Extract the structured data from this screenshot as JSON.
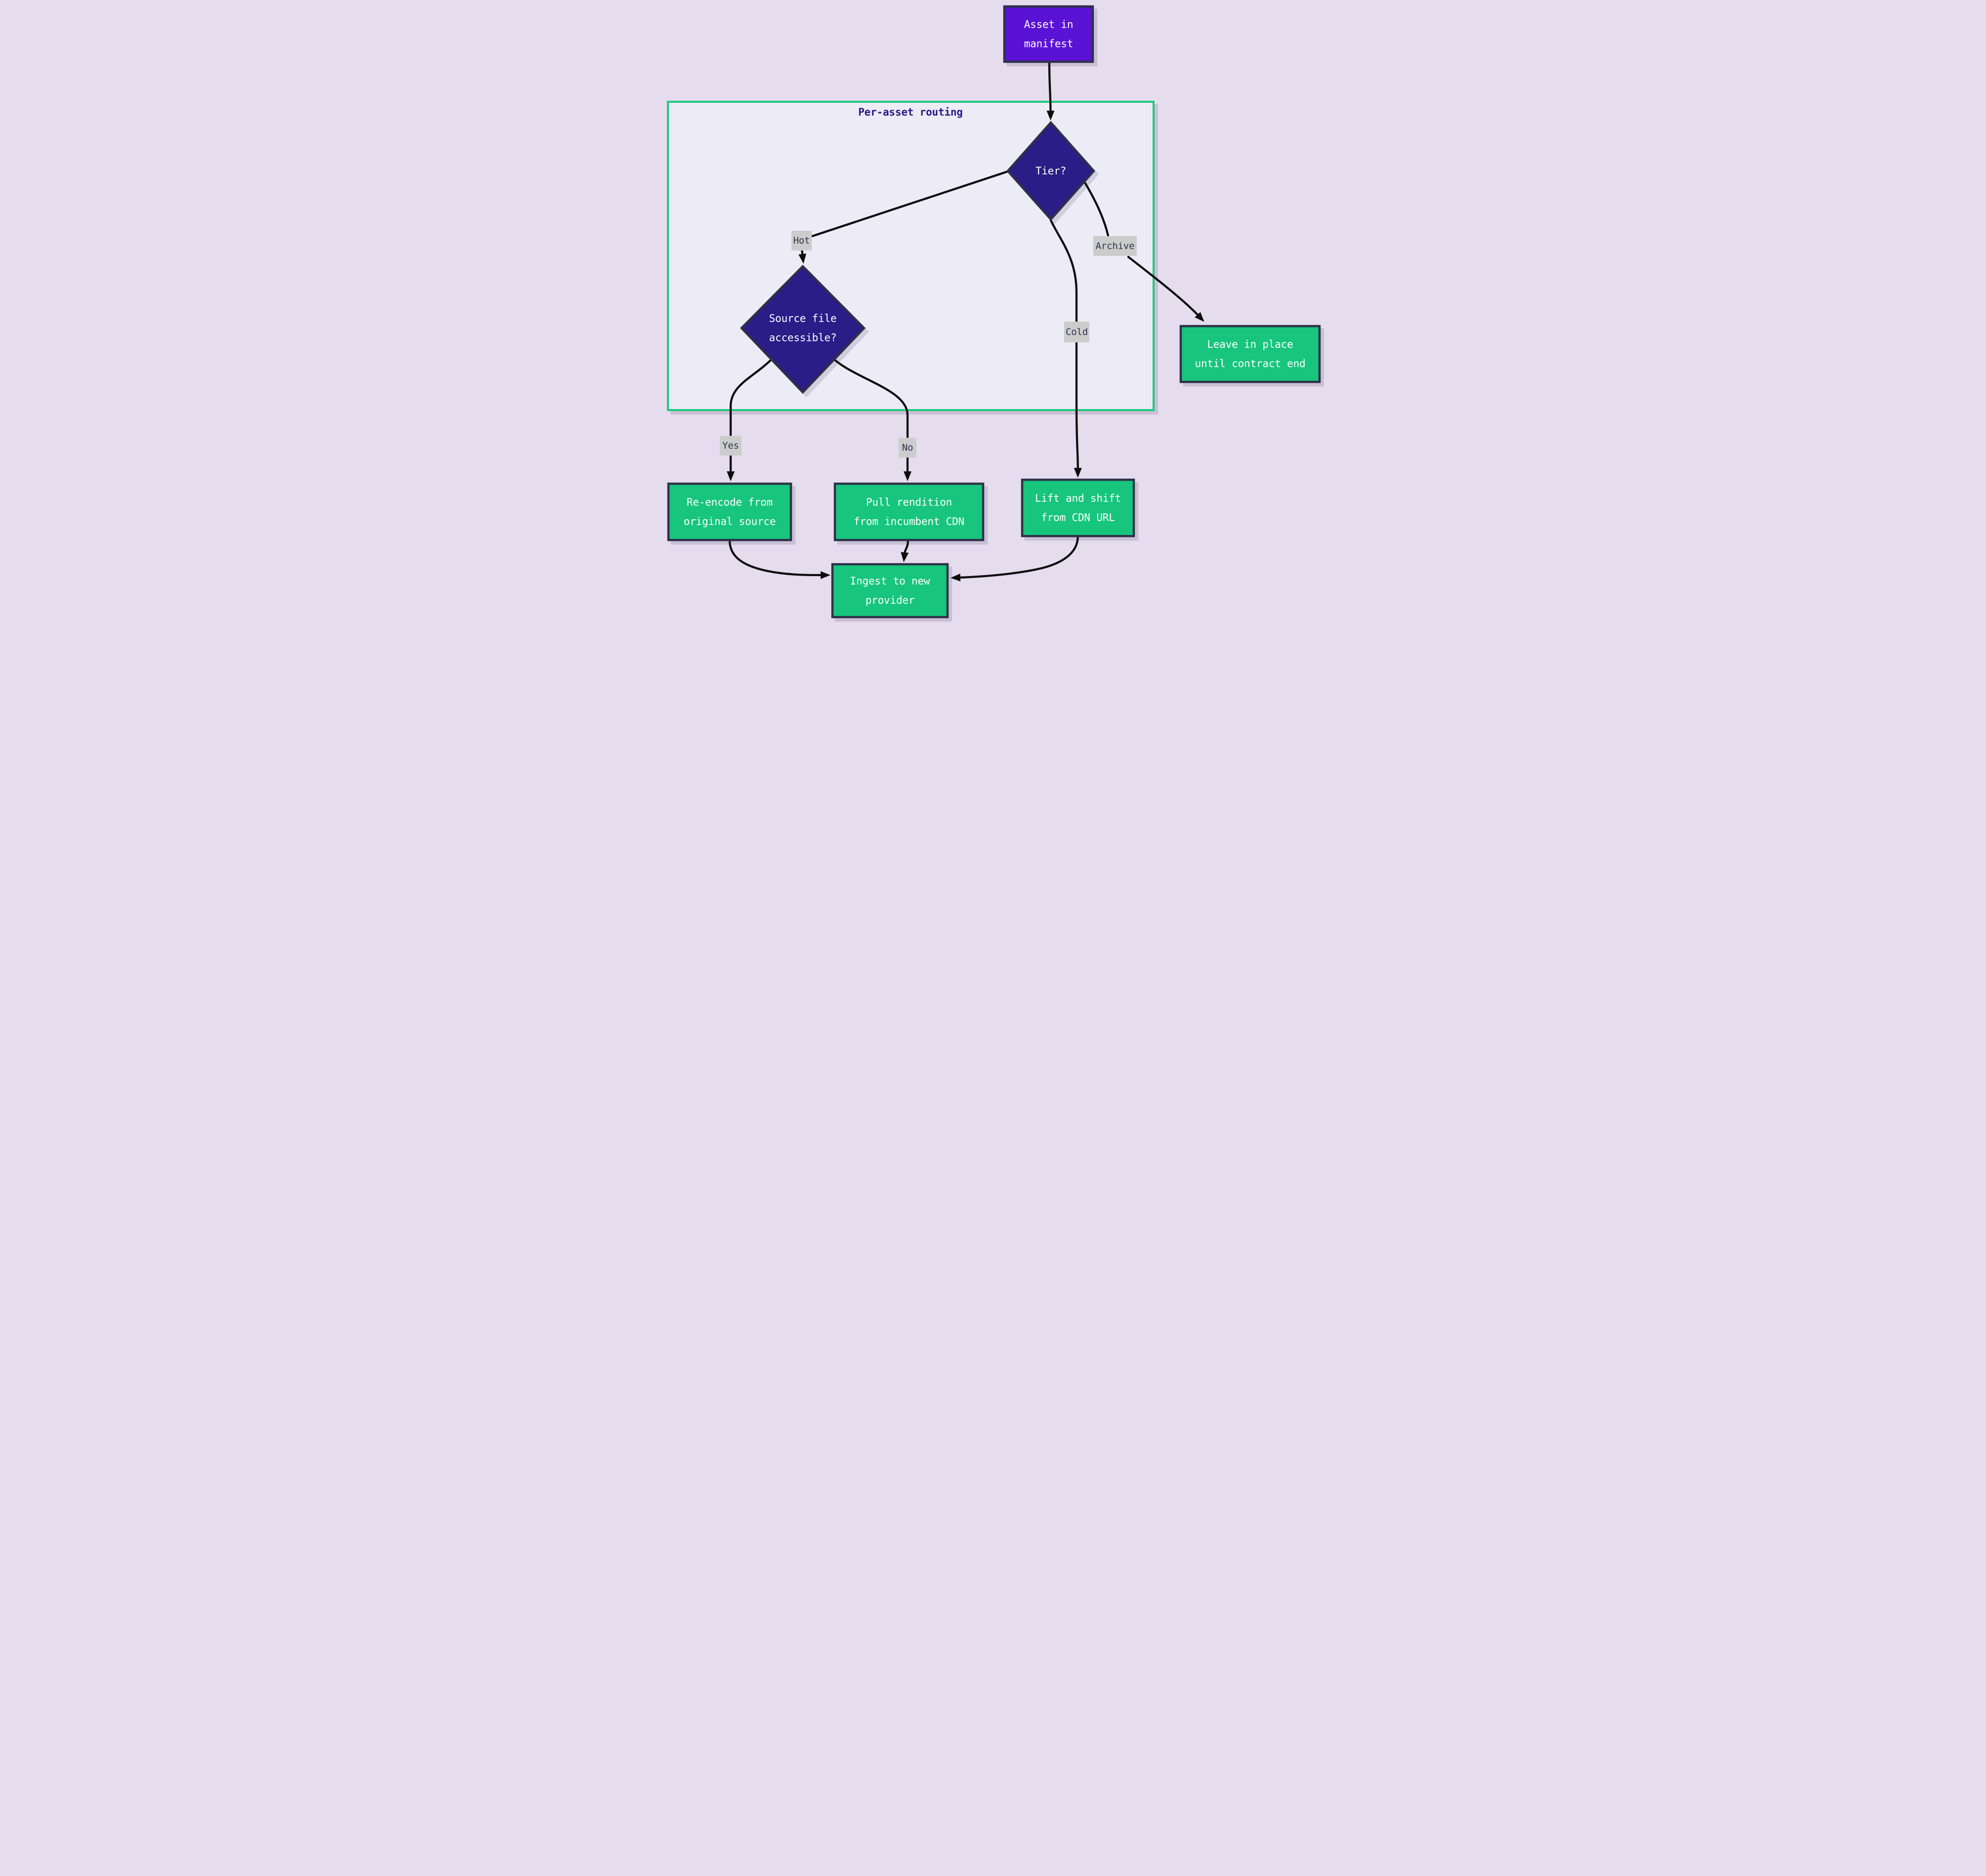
{
  "title": "Per-asset routing",
  "nodes": {
    "asset": {
      "line1": "Asset in",
      "line2": "manifest"
    },
    "tier": {
      "label": "Tier?"
    },
    "source": {
      "line1": "Source file",
      "line2": "accessible?"
    },
    "leave": {
      "line1": "Leave in place",
      "line2": "until contract end"
    },
    "reencode": {
      "line1": "Re-encode from",
      "line2": "original source"
    },
    "pull": {
      "line1": "Pull rendition",
      "line2": "from incumbent CDN"
    },
    "lift": {
      "line1": "Lift and shift",
      "line2": "from CDN URL"
    },
    "ingest": {
      "line1": "Ingest to new",
      "line2": "provider"
    }
  },
  "edge_labels": {
    "hot": "Hot",
    "cold": "Cold",
    "archive": "Archive",
    "yes": "Yes",
    "no": "No"
  },
  "colors": {
    "background": "#e5dcee",
    "container_fill": "#edebf5",
    "container_border": "#1cc97e",
    "title_text": "#2b1b84",
    "start_node_fill": "#5a12d4",
    "decision_node_fill": "#2b1c87",
    "action_node_fill": "#17c57d",
    "node_border": "#2d3147",
    "node_text": "#ffffff",
    "edge_line": "#0d0d0d",
    "edge_label_bg": "#cccccc",
    "edge_label_text": "#303450"
  }
}
